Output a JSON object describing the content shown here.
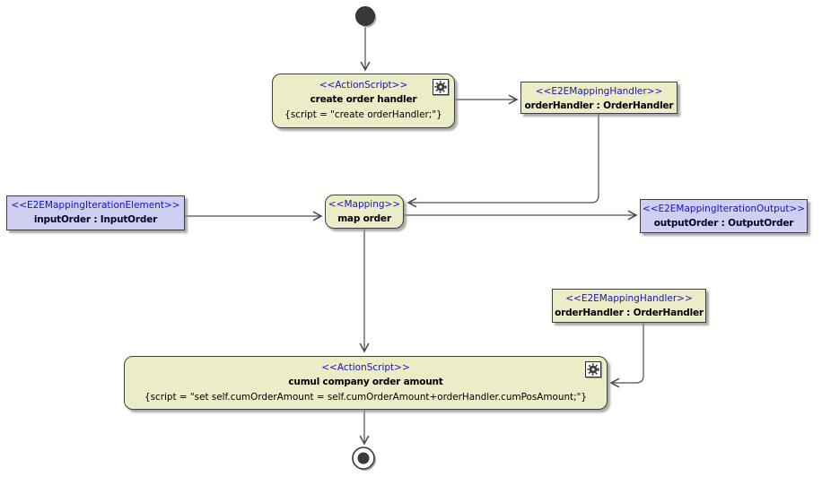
{
  "colors": {
    "action_fill": "#ececc6",
    "object_fill": "#cfcff2",
    "stereotype_text": "#1515c3",
    "name_text": "#000000",
    "line": "#4d4d4d",
    "background": "#ffffff"
  },
  "nodes": {
    "create_action": {
      "stereotype": "<<ActionScript>>",
      "name": "create order handler",
      "script": "{script = \"create orderHandler;\"}",
      "icon": "gear-icon"
    },
    "order_handler_top": {
      "stereotype": "<<E2EMappingHandler>>",
      "name": "orderHandler : OrderHandler"
    },
    "input_order": {
      "stereotype": "<<E2EMappingIterationElement>>",
      "name": "inputOrder : InputOrder"
    },
    "map_order": {
      "stereotype": "<<Mapping>>",
      "name": "map order"
    },
    "output_order": {
      "stereotype": "<<E2EMappingIterationOutput>>",
      "name": "outputOrder : OutputOrder"
    },
    "order_handler_bottom": {
      "stereotype": "<<E2EMappingHandler>>",
      "name": "orderHandler : OrderHandler"
    },
    "cumul_action": {
      "stereotype": "<<ActionScript>>",
      "name": "cumul company order amount",
      "script": "{script = \"set self.cumOrderAmount = self.cumOrderAmount+orderHandler.cumPosAmount;\"}",
      "icon": "gear-icon"
    }
  }
}
